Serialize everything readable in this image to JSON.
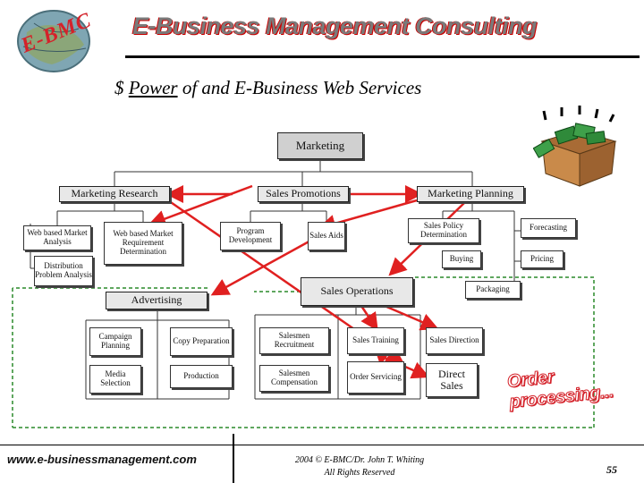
{
  "header": {
    "logo_text": "E-BMC",
    "title": "E-Business Management Consulting",
    "subtitle_prefix": "$ ",
    "subtitle_underlined": "Power",
    "subtitle_rest": " of and E-Business Web Services"
  },
  "chart": {
    "root": "Marketing",
    "level1": {
      "research": "Marketing Research",
      "promotions": "Sales Promotions",
      "planning": "Marketing Planning",
      "advertising": "Advertising",
      "operations": "Sales Operations"
    },
    "research_children": {
      "web_market_analysis": "Web based Market Analysis",
      "web_market_requirement": "Web based Market Requirement Determination",
      "distribution": "Distribution Problem Analysis"
    },
    "promotions_children": {
      "program_development": "Program Development",
      "sales_aids": "Sales Aids"
    },
    "planning_children": {
      "sales_policy": "Sales Policy Determination",
      "forecasting": "Forecasting",
      "buying": "Buying",
      "pricing": "Pricing",
      "packaging": "Packaging"
    },
    "advertising_children": {
      "campaign_planning": "Campaign Planning",
      "copy_preparation": "Copy Preparation",
      "media_selection": "Media Selection",
      "production": "Production"
    },
    "operations_children": {
      "salesmen_recruitment": "Salesmen Recruitment",
      "salesmen_compensation": "Salesmen Compensation",
      "sales_training": "Sales Training",
      "order_servicing": "Order Servicing",
      "sales_direction": "Sales Direction",
      "direct_sales": "Direct Sales"
    }
  },
  "callout": "Order processing...",
  "footer": {
    "url": "www.e-businessmanagement.com",
    "copyright_line1": "2004 © E-BMC/Dr. John T. Whiting",
    "copyright_line2": "All Rights Reserved",
    "page_number": "55"
  },
  "colors": {
    "arrow": "#e02020",
    "connector_dashed": "#2a8a2a",
    "title_gray": "#7a7a7a",
    "logo_red": "#d4222a"
  },
  "icons": [
    "globe-logo-icon",
    "money-box-icon"
  ]
}
